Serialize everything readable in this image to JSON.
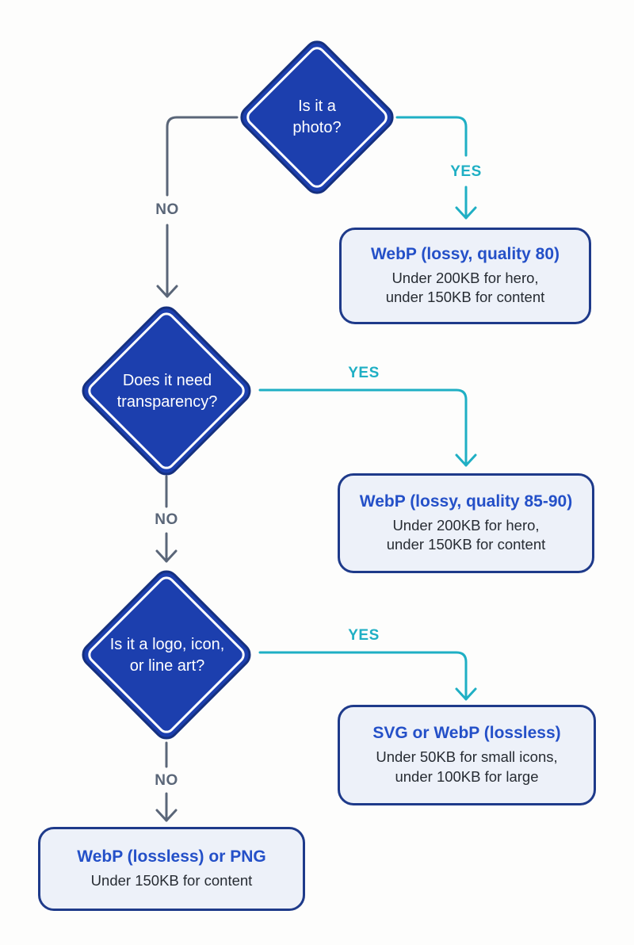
{
  "colors": {
    "canvas_bg": "#fdfdfc",
    "diamond_fill": "#1c3fae",
    "diamond_border": "#15307f",
    "box_fill": "#edf1f9",
    "box_border": "#1e3a8a",
    "title_blue": "#2450c8",
    "body_text": "#272c33",
    "yes_teal": "#1fafc4",
    "no_gray": "#5a6678"
  },
  "branch_labels": {
    "yes": "YES",
    "no": "NO"
  },
  "decisions": [
    {
      "id": "is-photo",
      "lines": [
        "Is it a",
        "photo?"
      ]
    },
    {
      "id": "needs-transparency",
      "lines": [
        "Does it need",
        "transparency?"
      ]
    },
    {
      "id": "logo-icon-lineart",
      "lines": [
        "Is it a logo, icon,",
        "or line art?"
      ]
    }
  ],
  "outcomes": [
    {
      "title": "WebP (lossy, quality 80)",
      "line1": "Under 200KB for hero,",
      "line2": "under 150KB for content"
    },
    {
      "title": "WebP (lossy, quality 85-90)",
      "line1": "Under 200KB for hero,",
      "line2": "under 150KB for content"
    },
    {
      "title": "SVG or WebP (lossless)",
      "line1": "Under 50KB for small icons,",
      "line2": "under 100KB for large"
    },
    {
      "title": "WebP (lossless) or PNG",
      "line1": "Under 150KB for content"
    }
  ]
}
